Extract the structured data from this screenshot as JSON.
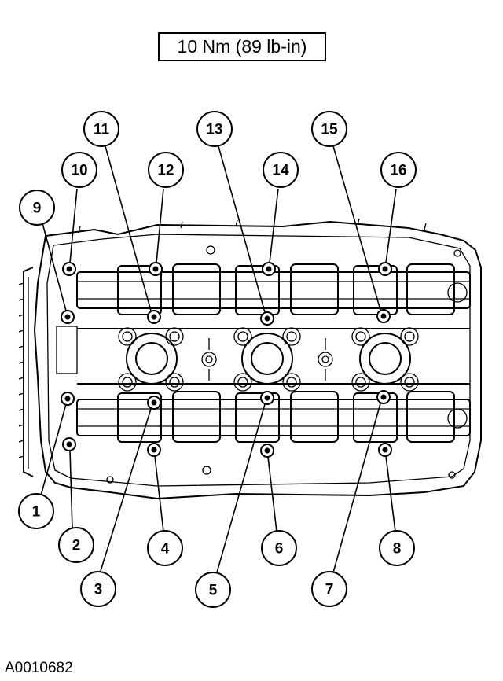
{
  "torque_spec": "10 Nm (89 lb-in)",
  "figure_id": "A0010682",
  "callouts": [
    "1",
    "2",
    "3",
    "4",
    "5",
    "6",
    "7",
    "8",
    "9",
    "10",
    "11",
    "12",
    "13",
    "14",
    "15",
    "16"
  ]
}
